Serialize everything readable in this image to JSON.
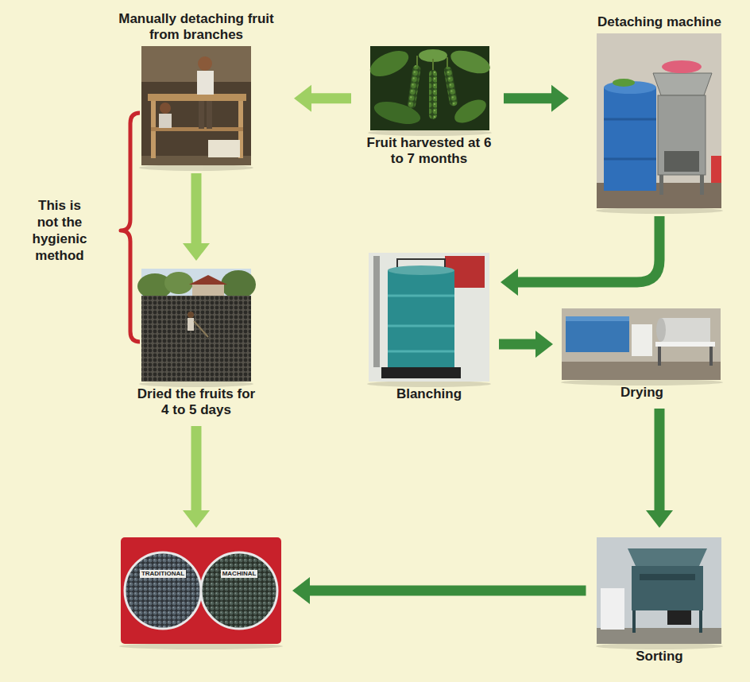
{
  "diagram": {
    "nodes": [
      {
        "text": [
          "Fruit harvested at 6 to 7 months"
        ]
      },
      {
        "text": [
          "Manually detaching fruit from branches"
        ]
      },
      {
        "text": [
          "Detaching machine"
        ]
      },
      {
        "text": [
          "Dried the fruits for 4 to 5 days"
        ]
      },
      {
        "text": [
          "Blanching"
        ]
      },
      {
        "text": [
          "Drying"
        ]
      },
      {
        "text": [
          "Sorting"
        ]
      },
      {
        "text": [
          "TRADITIONAL",
          "MACHINAL"
        ]
      }
    ],
    "edges": [
      {
        "from": 0,
        "to": 1,
        "arrow": "to"
      },
      {
        "from": 0,
        "to": 2,
        "arrow": "to"
      },
      {
        "from": 1,
        "to": 3,
        "arrow": "to"
      },
      {
        "from": 2,
        "to": 4,
        "arrow": "to"
      },
      {
        "from": 4,
        "to": 5,
        "arrow": "to"
      },
      {
        "from": 3,
        "to": 7,
        "arrow": "to"
      },
      {
        "from": 5,
        "to": 6,
        "arrow": "to"
      },
      {
        "from": 6,
        "to": 7,
        "arrow": "to"
      }
    ],
    "labels": [
      "This is not the hygienic method"
    ]
  }
}
